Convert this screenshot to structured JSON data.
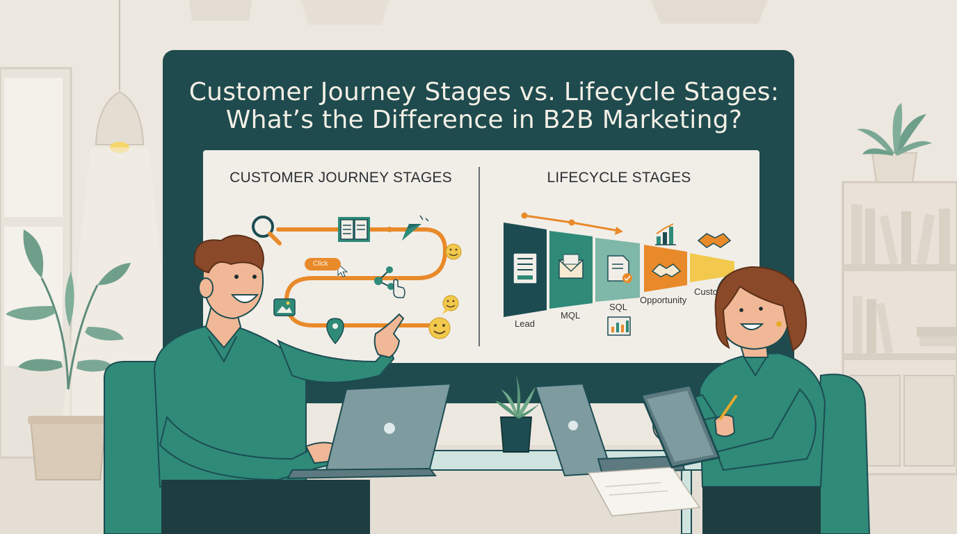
{
  "title": {
    "line1": "Customer Journey Stages vs. Lifecycle Stages:",
    "line2": "What’s the Difference in B2B Marketing?"
  },
  "left_panel": {
    "heading": "CUSTOMER JOURNEY STAGES",
    "click_pill": "Click"
  },
  "right_panel": {
    "heading": "LIFECYCLE STAGES",
    "stages": [
      "Lead",
      "MQL",
      "SQL",
      "Opportunity",
      "Custo"
    ]
  },
  "colors": {
    "wall": "#ece7df",
    "monitor_frame": "#1f4b4e",
    "whiteboard": "#f1eee8",
    "orange": "#e88a2a",
    "teal": "#2f8a78",
    "dark_teal": "#1c4c52",
    "yellow": "#f2c94c"
  }
}
